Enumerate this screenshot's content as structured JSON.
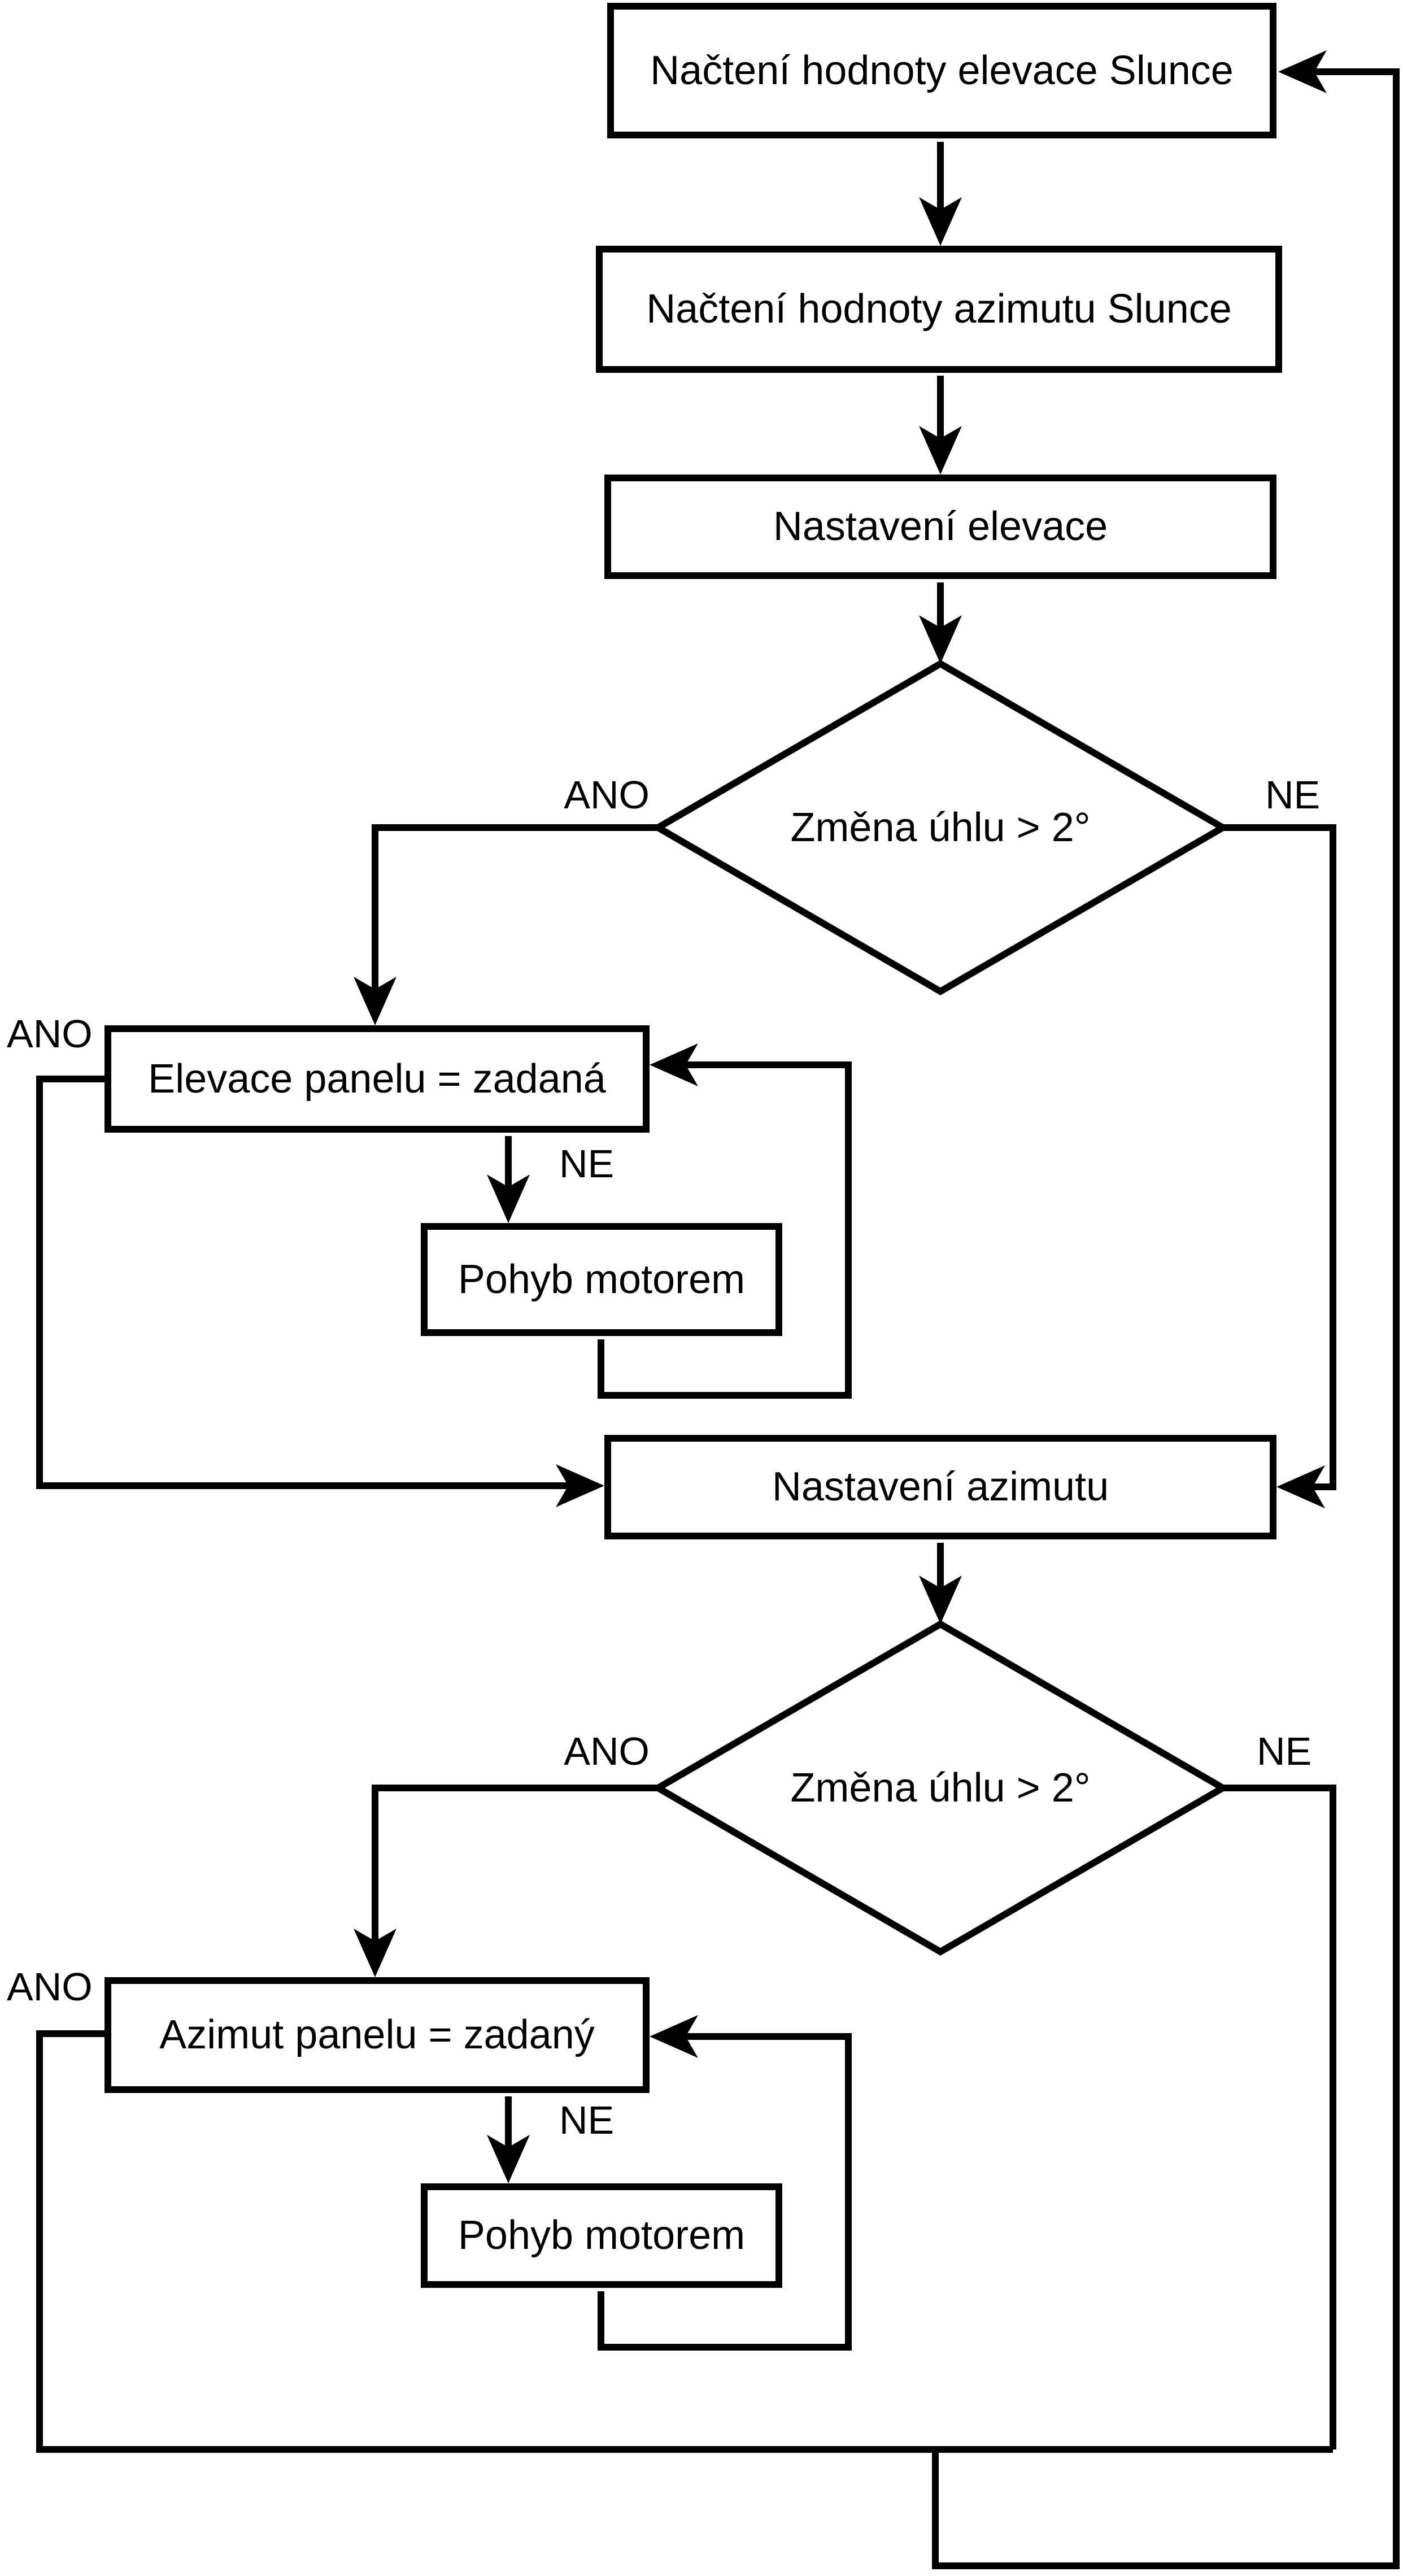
{
  "diagram": {
    "title": "Solar panel tracking flowchart",
    "background_color": "#ffffff",
    "line_color": "#000000",
    "nodes": {
      "load_elevation": {
        "type": "process",
        "label": "Načtení hodnoty elevace Slunce"
      },
      "load_azimuth": {
        "type": "process",
        "label": "Načtení hodnoty azimutu Slunce"
      },
      "set_elevation": {
        "type": "process",
        "label": "Nastavení elevace"
      },
      "elevation_check": {
        "type": "decision",
        "label": "Změna úhlu > 2°"
      },
      "elevation_equal": {
        "type": "process",
        "label": "Elevace panelu = zadaná"
      },
      "elevation_motor": {
        "type": "process",
        "label": "Pohyb motorem"
      },
      "set_azimuth": {
        "type": "process",
        "label": "Nastavení azimutu"
      },
      "azimuth_check": {
        "type": "decision",
        "label": "Změna úhlu > 2°"
      },
      "azimuth_equal": {
        "type": "process",
        "label": "Azimut panelu = zadaný"
      },
      "azimuth_motor": {
        "type": "process",
        "label": "Pohyb motorem"
      }
    },
    "edges": {
      "elevation_check": {
        "yes": "ANO",
        "no": "NE"
      },
      "elevation_equal": {
        "yes": "ANO",
        "no": "NE"
      },
      "azimuth_check": {
        "yes": "ANO",
        "no": "NE"
      },
      "azimuth_equal": {
        "yes": "ANO",
        "no": "NE"
      }
    }
  }
}
